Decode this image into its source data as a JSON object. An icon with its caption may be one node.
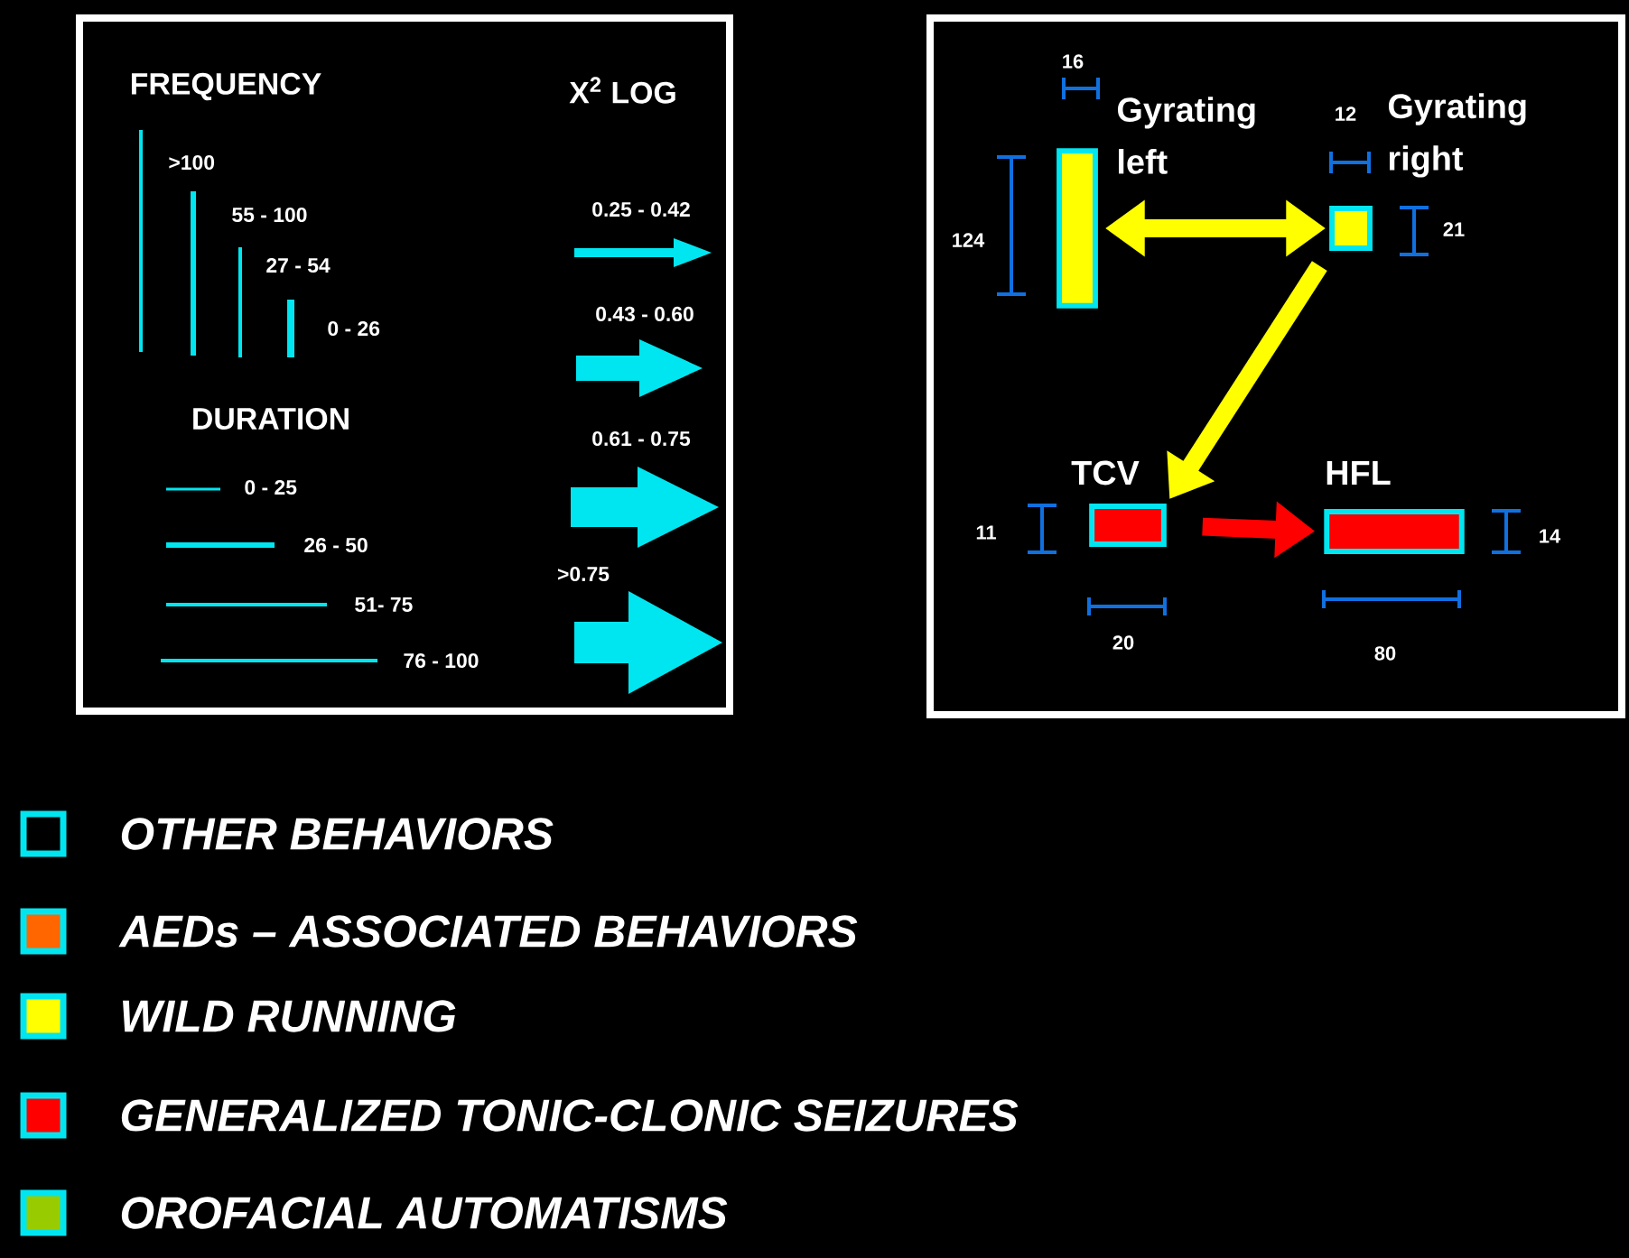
{
  "diagram": {
    "nodes": [
      {
        "text": [
          "Gyrating left"
        ]
      },
      {
        "text": [
          "Gyrating right"
        ]
      },
      {
        "text": [
          "TCV"
        ]
      },
      {
        "text": [
          "HFL"
        ]
      }
    ],
    "edges": [
      {
        "from": 0,
        "to": 1,
        "arrow": "both"
      },
      {
        "from": 1,
        "to": 2,
        "arrow": "to"
      },
      {
        "from": 2,
        "to": 3,
        "arrow": "to",
        "color": "#ff0000"
      }
    ],
    "labels": [
      "FREQUENCY",
      "X$^{2}$ LOG",
      "DURATION",
      "16",
      "12",
      "124",
      "21",
      "11",
      "14",
      "20",
      "80"
    ],
    "legend": [
      {
        "text": ">100"
      },
      {
        "text": "55 - 100"
      },
      {
        "text": "27 - 54"
      },
      {
        "text": "0 - 26"
      },
      {
        "text": "0.25 - 0.42"
      },
      {
        "text": "0.43 - 0.60"
      },
      {
        "text": "0.61 - 0.75"
      },
      {
        "text": ">0.75"
      },
      {
        "text": "0 - 25"
      },
      {
        "text": "26 - 50"
      },
      {
        "text": "51- 75"
      },
      {
        "text": "76 - 100"
      },
      {
        "text": "OTHER BEHAVIORS"
      },
      {
        "text": "AEDs – ASSOCIATED BEHAVIORS",
        "color": "#ff6600"
      },
      {
        "text": "WILD RUNNING",
        "color": "#ffff00"
      },
      {
        "text": "GENERALIZED TONIC-CLONIC SEIZURES",
        "color": "#ff0000"
      },
      {
        "text": "OROFACIAL AUTOMATISMS",
        "color": "#99cc00"
      }
    ]
  }
}
